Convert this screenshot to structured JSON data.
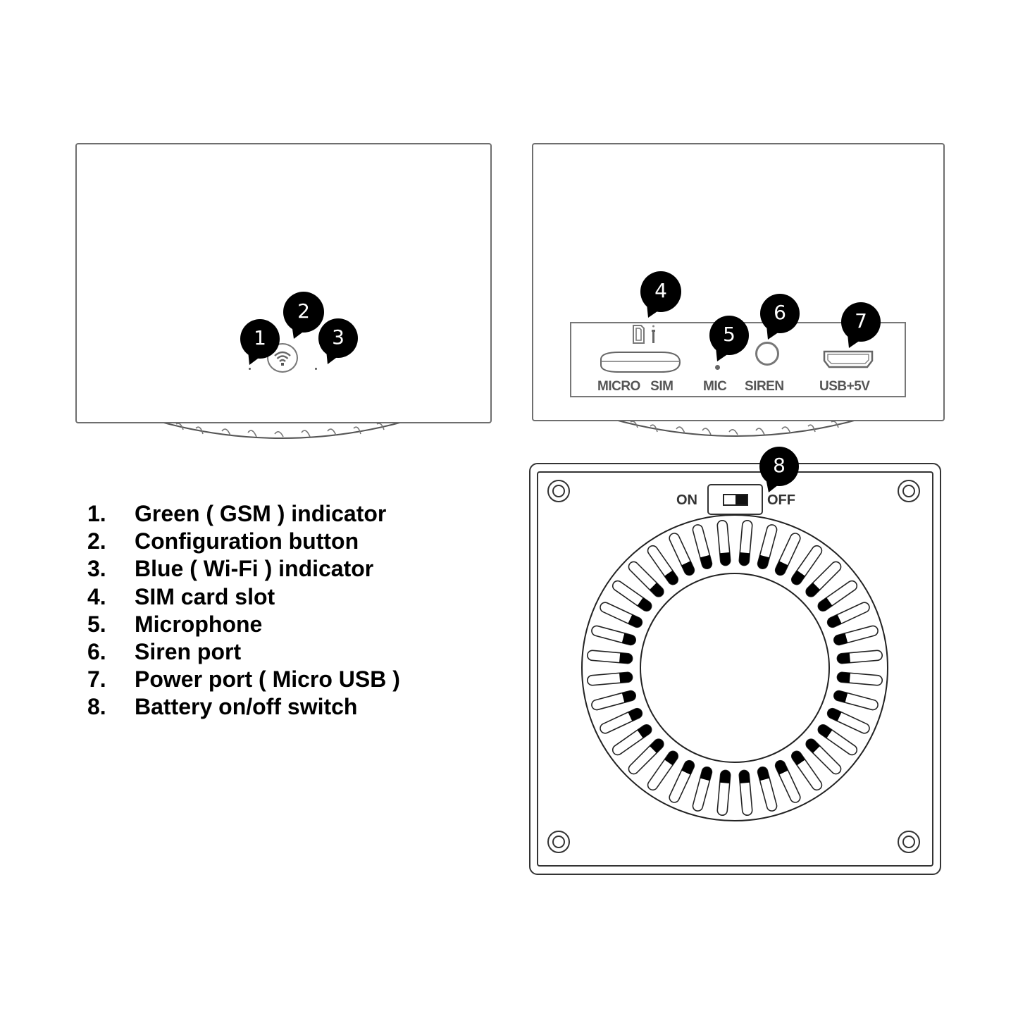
{
  "diagram": {
    "front_view": {
      "callouts": [
        {
          "num": "1"
        },
        {
          "num": "2"
        },
        {
          "num": "3"
        }
      ],
      "config_button_icon": "wifi-icon"
    },
    "side_view": {
      "callouts": [
        {
          "num": "4"
        },
        {
          "num": "5"
        },
        {
          "num": "6"
        },
        {
          "num": "7"
        }
      ],
      "port_labels": {
        "micro_sim": "MICRO   SIM",
        "mic": "MIC",
        "siren": "SIREN",
        "usb": "USB+5V"
      }
    },
    "bottom_view": {
      "callout": {
        "num": "8"
      },
      "switch": {
        "on_label": "ON",
        "off_label": "OFF",
        "state": "OFF"
      },
      "vent_slot_count": 36
    }
  },
  "legend": {
    "items": [
      {
        "num": "1.",
        "label": "Green ( GSM ) indicator"
      },
      {
        "num": "2.",
        "label": "Configuration button"
      },
      {
        "num": "3.",
        "label": "Blue ( Wi-Fi ) indicator"
      },
      {
        "num": "4.",
        "label": "SIM card slot"
      },
      {
        "num": "5.",
        "label": "Microphone"
      },
      {
        "num": "6.",
        "label": "Siren port"
      },
      {
        "num": "7.",
        "label": "Power port ( Micro USB )"
      },
      {
        "num": "8.",
        "label": "Battery on/off switch"
      }
    ]
  },
  "colors": {
    "callout_fill": "#000000",
    "line": "#6e6e6e",
    "background": "#ffffff"
  }
}
